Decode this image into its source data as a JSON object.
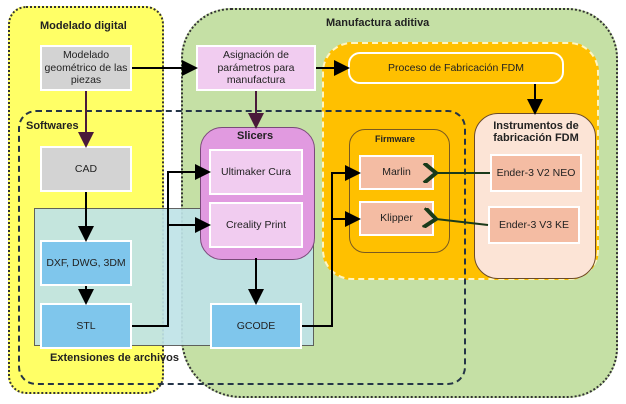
{
  "regions": {
    "modelado_digital": "Modelado digital",
    "manufactura_aditiva": "Manufactura aditiva",
    "softwares": "Softwares",
    "slicers": "Slicers",
    "firmware": "Firmware",
    "instrumentos": "Instrumentos de fabricación FDM",
    "extensiones": "Extensiones de archivos"
  },
  "nodes": {
    "modelado_geometrico": "Modelado geométrico de las piezas",
    "asignacion": "Asignación de parámetros para manufactura",
    "proceso_fdm": "Proceso de Fabricación FDM",
    "cad": "CAD",
    "dxf": "DXF, DWG, 3DM",
    "stl": "STL",
    "ultimaker": "Ultimaker Cura",
    "creality": "Creality Print",
    "gcode": "GCODE",
    "marlin": "Marlin",
    "klipper": "Klipper",
    "ender_neo": "Ender-3 V2 NEO",
    "ender_ke": "Ender-3 V3 KE"
  },
  "colors": {
    "modelado_bg": "#ffff66",
    "manufactura_bg": "#c5e0a5",
    "fdm_bg": "#ffc000",
    "slicers_bg": "#e19ae0",
    "extensiones_bg": "#bfe3e8",
    "instrumentos_bg": "#fce4d6"
  }
}
